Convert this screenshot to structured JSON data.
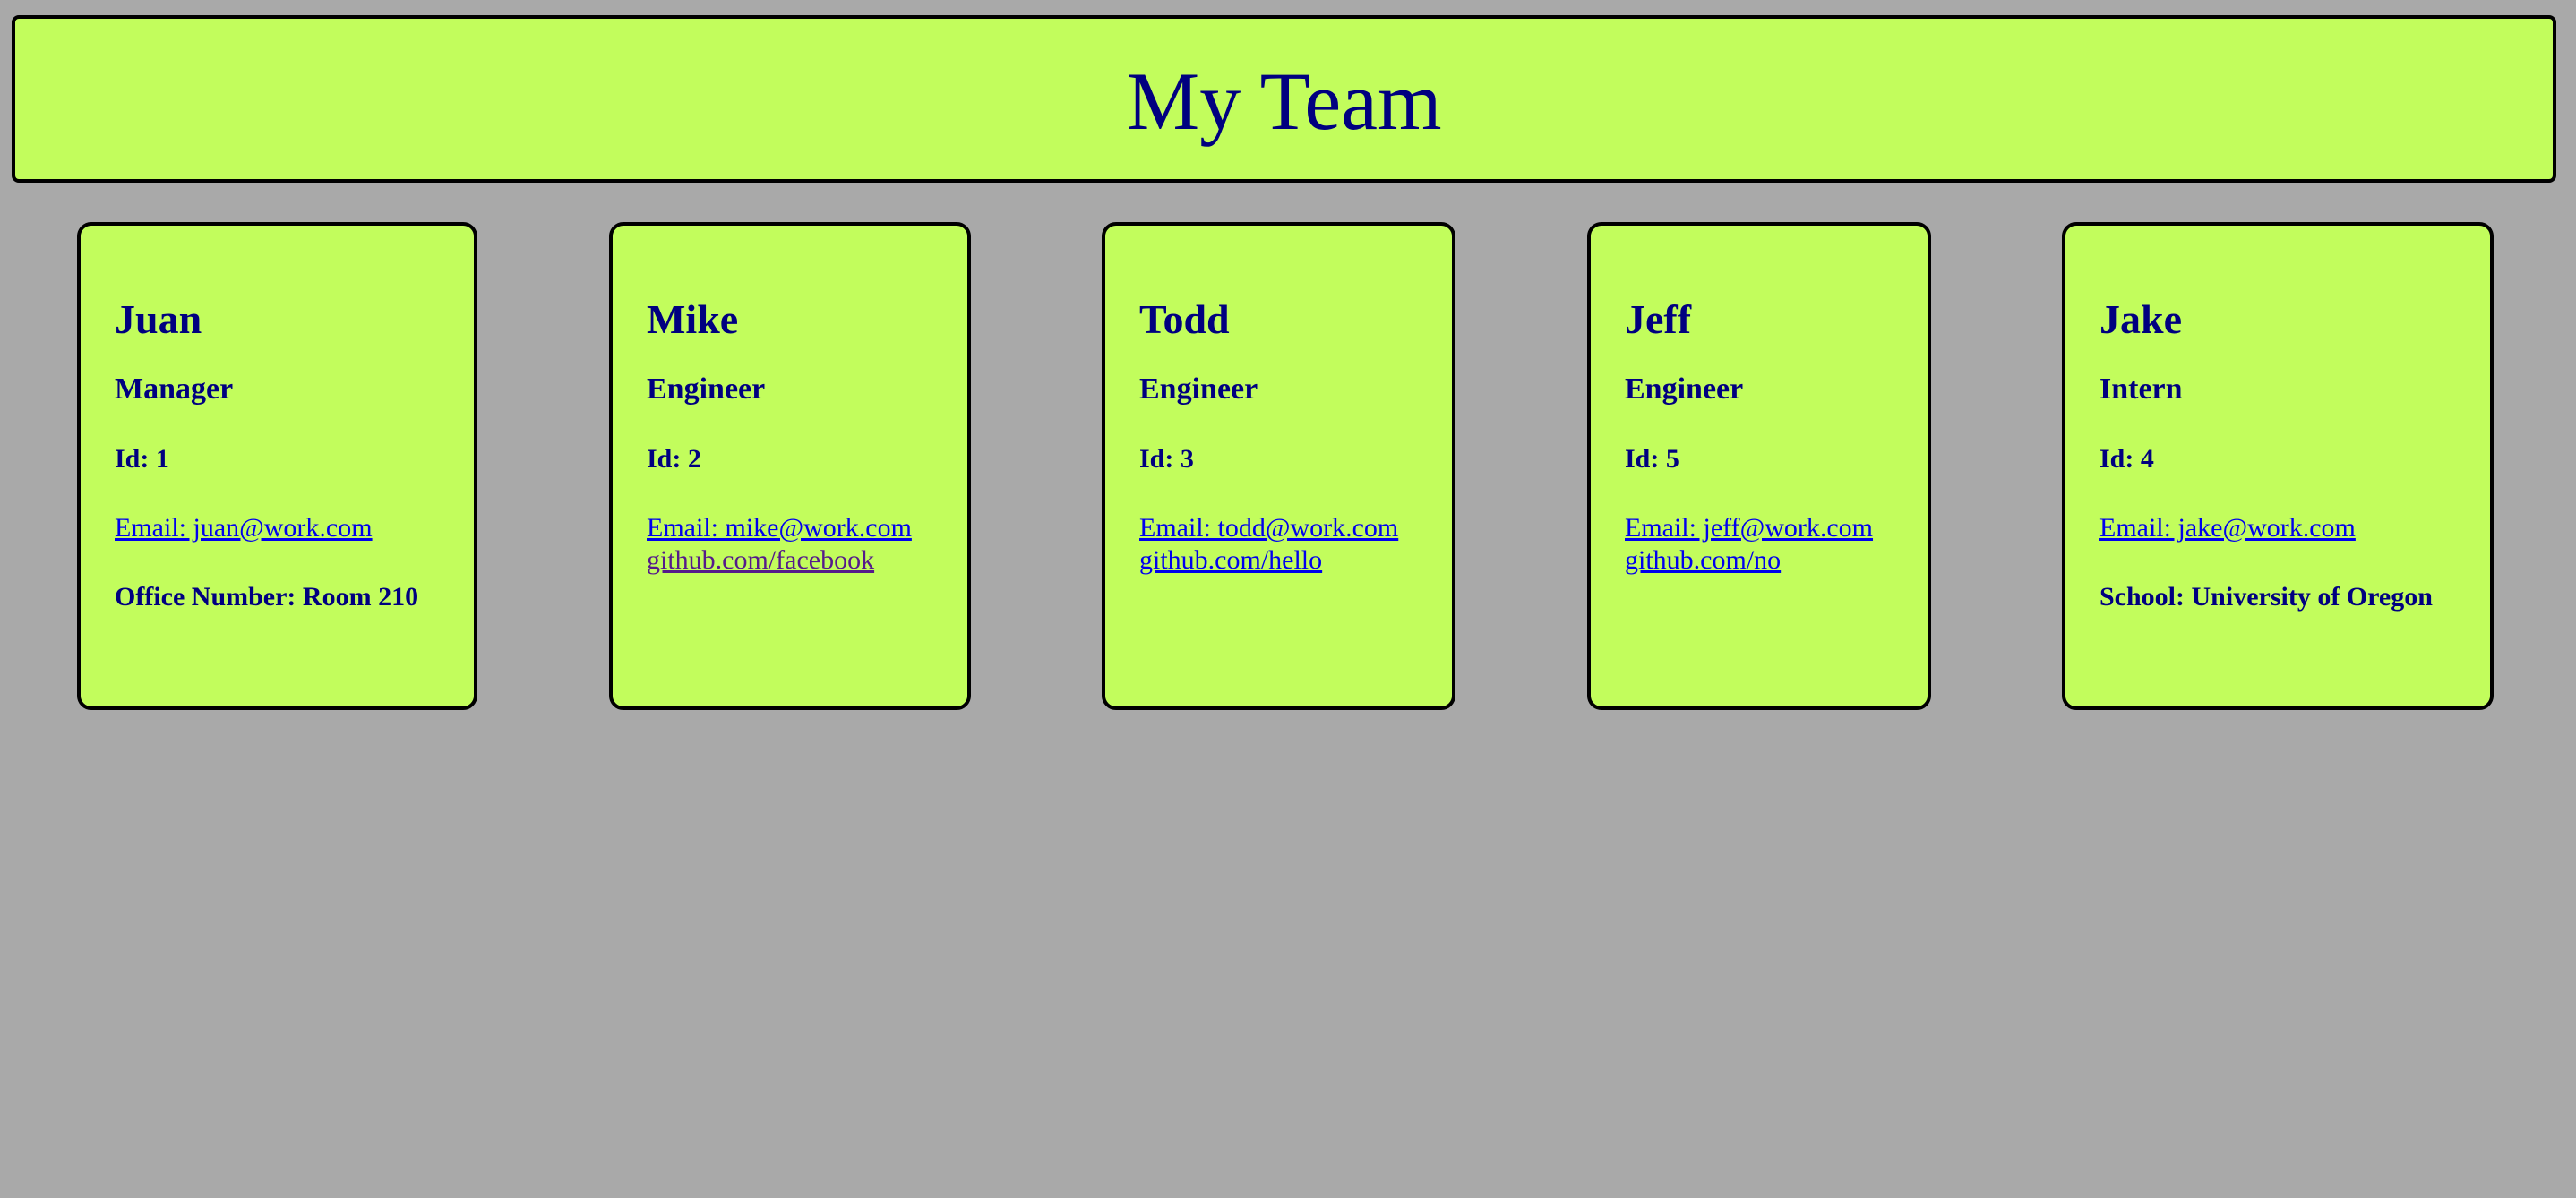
{
  "header": {
    "title": "My Team"
  },
  "team": [
    {
      "name": "Juan",
      "role": "Manager",
      "id": "Id: 1",
      "email": "Email: juan@work.com",
      "extra": "Office Number: Room 210"
    },
    {
      "name": "Mike",
      "role": "Engineer",
      "id": "Id: 2",
      "email": "Email: mike@work.com",
      "github": "github.com/facebook"
    },
    {
      "name": "Todd",
      "role": "Engineer",
      "id": "Id: 3",
      "email": "Email: todd@work.com",
      "github": "github.com/hello"
    },
    {
      "name": "Jeff",
      "role": "Engineer",
      "id": "Id: 5",
      "email": "Email: jeff@work.com",
      "github": "github.com/no"
    },
    {
      "name": "Jake",
      "role": "Intern",
      "id": "Id: 4",
      "email": "Email: jake@work.com",
      "extra": "School: University of Oregon"
    }
  ],
  "colors": {
    "background": "#a9a9a9",
    "card": "#c2fd5c",
    "text": "#000080",
    "link": "#0000ee",
    "visited_link": "#551a8b"
  }
}
